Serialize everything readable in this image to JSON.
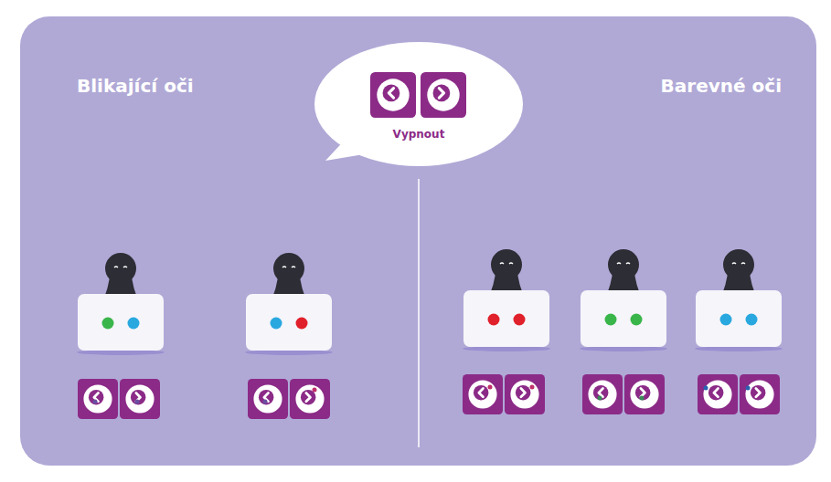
{
  "diagram": {
    "nodes": [
      {
        "text": [
          "Vypnout"
        ]
      }
    ],
    "labels": [
      "Blikající oči",
      "Barevné oči"
    ]
  }
}
